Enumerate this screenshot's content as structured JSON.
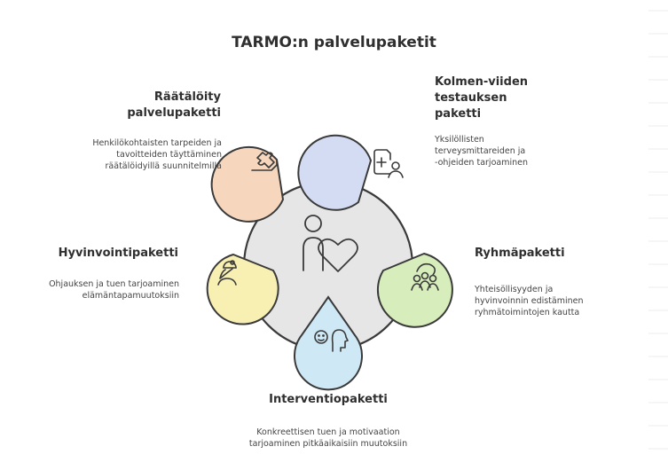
{
  "title": "TARMO:n palvelupaketit",
  "packages": [
    {
      "id": "raataloity",
      "label": "Räätälöity palvelupaketti",
      "label_lines": [
        "Räätälöity",
        "palvelupaketti"
      ],
      "desc_lines": [
        "Henkilökohtaisten tarpeiden ja",
        "tavoitteiden täyttäminen",
        "räätälöidyillä suunnitelmilla"
      ],
      "icon": "puzzle-hand-icon",
      "color": "#f6d7bd"
    },
    {
      "id": "kolmen-viiden",
      "label": "Kolmen-viiden testauksen paketti",
      "label_lines": [
        "Kolmen-viiden",
        "testauksen",
        "paketti"
      ],
      "desc_lines": [
        "Yksilöllisten",
        "terveysmittareiden ja",
        "-ohjeiden tarjoaminen"
      ],
      "icon": "medical-record-icon",
      "color": "#d3dcf3"
    },
    {
      "id": "ryhma",
      "label": "Ryhmäpaketti",
      "label_lines": [
        "Ryhmäpaketti"
      ],
      "desc_lines": [
        "Yhteisöllisyyden ja",
        "hyvinvoinnin edistäminen",
        "ryhmätoimintojen kautta"
      ],
      "icon": "group-icon",
      "color": "#d7edbb"
    },
    {
      "id": "interventio",
      "label": "Interventiopaketti",
      "label_lines": [
        "Interventiopaketti"
      ],
      "desc_lines": [
        "Konkreettisen tuen ja motivaation",
        "tarjoaminen pitkäaikaisiin muutoksiin"
      ],
      "icon": "head-mind-icon",
      "color": "#cfe8f6"
    },
    {
      "id": "hyvinvointi",
      "label": "Hyvinvointipaketti",
      "label_lines": [
        "Hyvinvointipaketti"
      ],
      "desc_lines": [
        "Ohjauksen ja tuen tarjoaminen",
        "elämäntapamuutoksiin"
      ],
      "icon": "wellbeing-icon",
      "color": "#f8efb3"
    }
  ],
  "colors": {
    "hub": "#e6e6e6",
    "stroke": "#3a3a3a",
    "text": "#2f2f2f"
  }
}
